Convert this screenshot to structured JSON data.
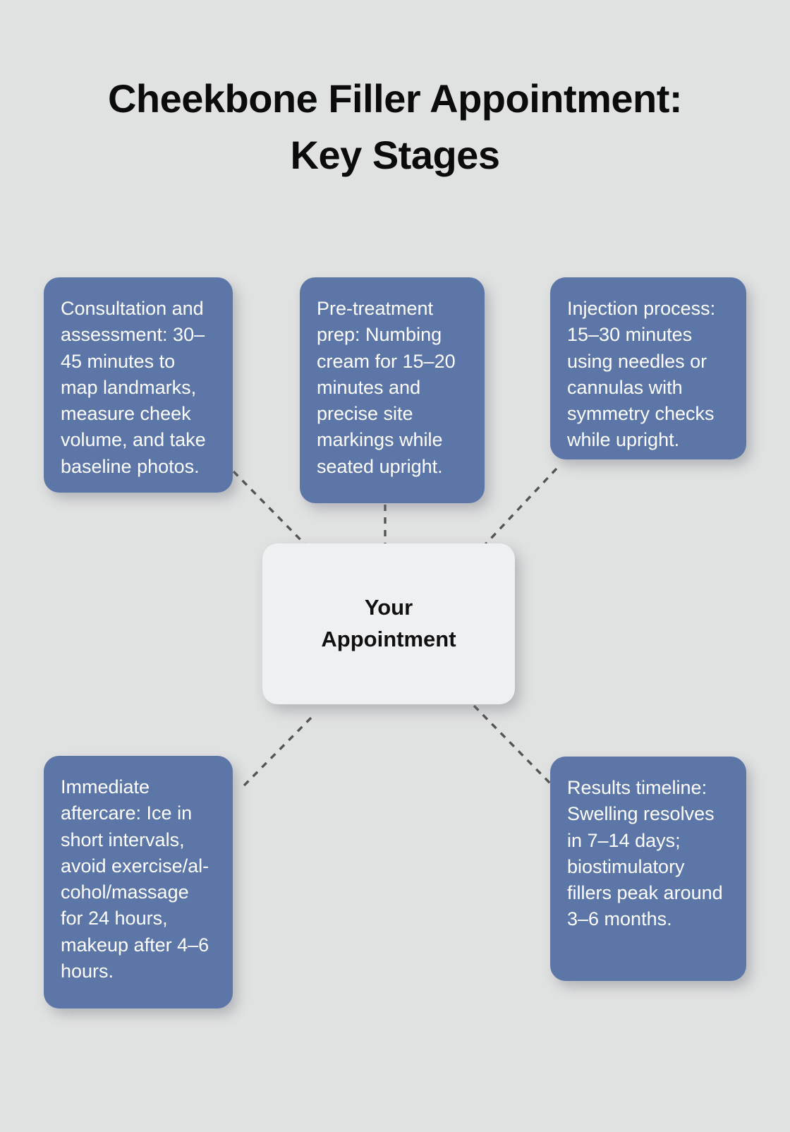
{
  "title": "Cheekbone Filler Appointment:\nKey Stages",
  "center": {
    "label": "Your\nAppointment"
  },
  "colors": {
    "background": "#e0e1e1",
    "node_fill": "#5c76a8",
    "node_text": "#ffffff",
    "center_fill": "#eff0f2",
    "center_text": "#111111",
    "title_text": "#0b0b0b",
    "connector": "#545454"
  },
  "nodes": [
    {
      "key": "consultation",
      "text": "Consultation and assessment: 30–45 minutes to map landmarks, measure cheek volume, and take baseline photos."
    },
    {
      "key": "prep",
      "text": "Pre-treatment prep: Numbing cream for 15–20 minutes and precise site markings while seated upright."
    },
    {
      "key": "injection",
      "text": "Injection process: 15–30 minutes using needles or cannulas with symmetry checks while upright."
    },
    {
      "key": "aftercare",
      "text": "Immediate aftercare: Ice in short intervals, avoid exercise/al-cohol/massage for 24 hours, makeup after 4–6 hours."
    },
    {
      "key": "results",
      "text": "Results timeline: Swelling resolves in 7–14 days; biostimulatory fillers peak around 3–6 months."
    }
  ],
  "connectors": [
    {
      "from": "consultation",
      "to": "center"
    },
    {
      "from": "prep",
      "to": "center"
    },
    {
      "from": "injection",
      "to": "center"
    },
    {
      "from": "center",
      "to": "aftercare"
    },
    {
      "from": "center",
      "to": "results"
    }
  ]
}
